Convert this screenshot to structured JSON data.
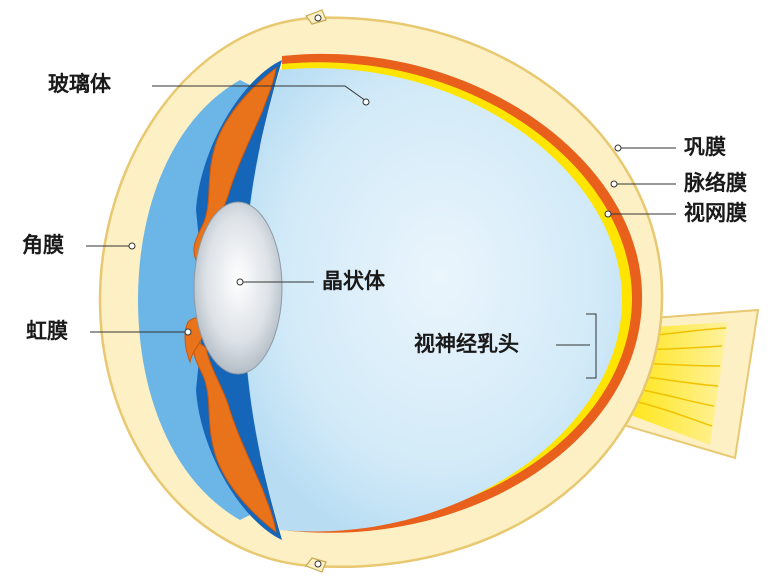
{
  "diagram": {
    "labels": {
      "vitreous": "玻璃体",
      "cornea": "角膜",
      "iris": "虹膜",
      "lens": "晶状体",
      "sclera": "巩膜",
      "choroid": "脉络膜",
      "retina": "视网膜",
      "optic_disc": "视神经乳头"
    },
    "colors": {
      "sclera": "#FDF0C4",
      "sclera_outline": "#E8C870",
      "retina": "#FFE400",
      "choroid": "#E8601C",
      "vitreous": "#CFE8F6",
      "aqueous": "#6BB6E6",
      "ciliary_blue": "#1565B8",
      "iris": "#E8731A",
      "lens": "#D8DDE2",
      "leader_line": "#333333"
    }
  }
}
